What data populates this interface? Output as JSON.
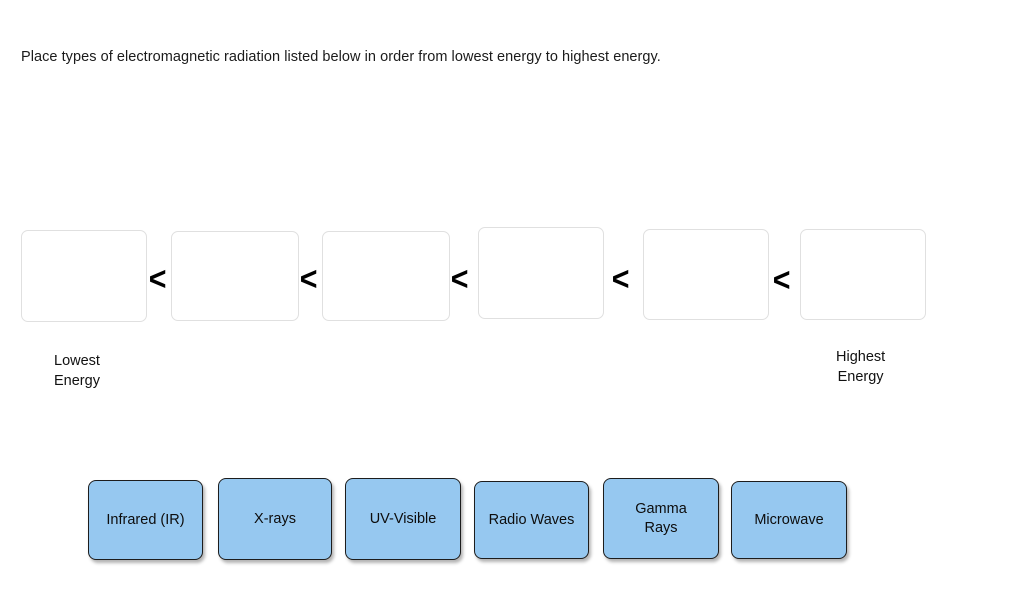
{
  "prompt": "Place types of electromagnetic radiation listed below in order from lowest energy to highest energy.",
  "ordering_row": {
    "slot_count": 6,
    "slots": [
      {
        "name": "drop-slot-1",
        "value": ""
      },
      {
        "name": "drop-slot-2",
        "value": ""
      },
      {
        "name": "drop-slot-3",
        "value": ""
      },
      {
        "name": "drop-slot-4",
        "value": ""
      },
      {
        "name": "drop-slot-5",
        "value": ""
      },
      {
        "name": "drop-slot-6",
        "value": ""
      }
    ],
    "separators": [
      "<",
      "<",
      "<",
      "<",
      "<"
    ],
    "left_label": "Lowest\nEnergy",
    "right_label": "Highest\nEnergy"
  },
  "tile_bank": {
    "tiles": [
      {
        "label": "Infrared (IR)"
      },
      {
        "label": "X-rays"
      },
      {
        "label": "UV-Visible"
      },
      {
        "label": "Radio Waves"
      },
      {
        "label": "Gamma\nRays"
      },
      {
        "label": "Microwave"
      }
    ]
  },
  "colors": {
    "tile_fill": "#96c8f0",
    "tile_border": "#1d1d1d",
    "slot_border": "#e0e0e0",
    "page_background": "#ffffff",
    "text": "#111111"
  }
}
